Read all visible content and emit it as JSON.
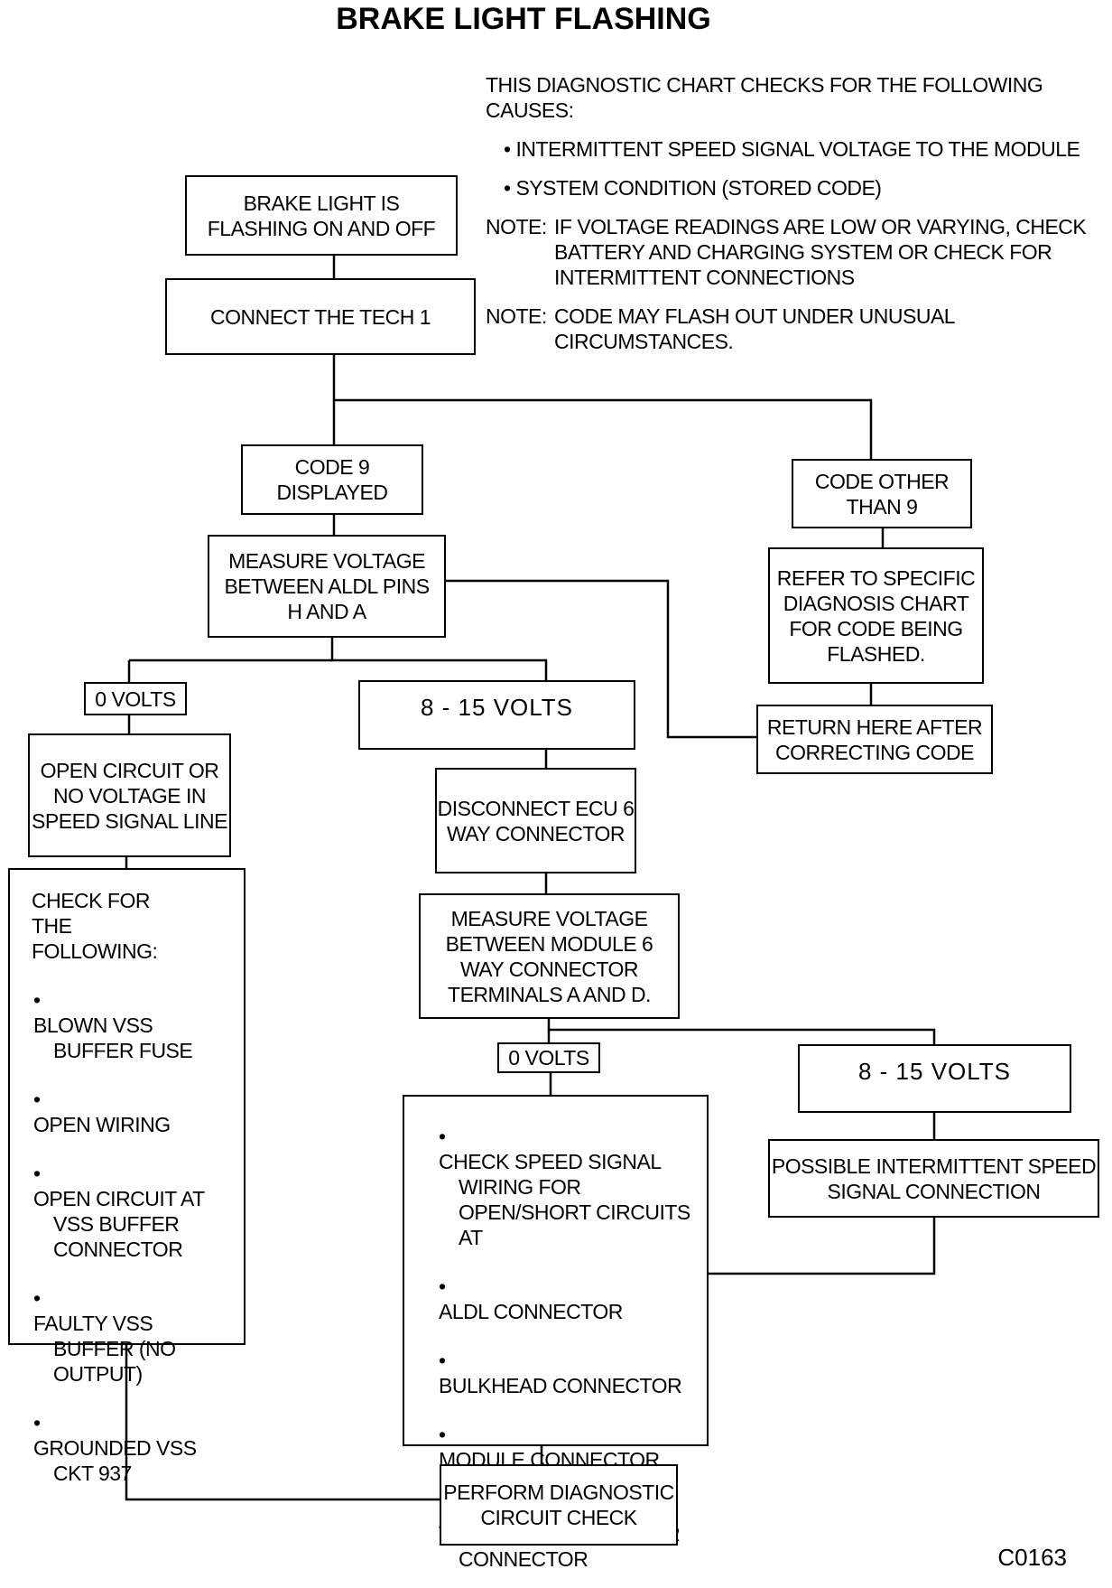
{
  "title": "BRAKE LIGHT FLASHING",
  "intro": {
    "heading": "THIS DIAGNOSTIC CHART CHECKS FOR THE FOLLOWING CAUSES:",
    "causes": [
      "INTERMITTENT SPEED SIGNAL VOLTAGE TO THE MODULE",
      "SYSTEM CONDITION (STORED CODE)"
    ],
    "notes": [
      {
        "label": "NOTE:",
        "text": "IF VOLTAGE READINGS ARE LOW OR VARYING, CHECK BATTERY AND CHARGING SYSTEM OR CHECK FOR INTERMITTENT CONNECTIONS"
      },
      {
        "label": "NOTE:",
        "text": "CODE MAY FLASH OUT UNDER UNUSUAL CIRCUMSTANCES."
      }
    ]
  },
  "nodes": {
    "brake_light": [
      "BRAKE LIGHT IS",
      "FLASHING ON AND OFF"
    ],
    "connect_tech": [
      "CONNECT THE TECH 1"
    ],
    "code9": [
      "CODE 9",
      "DISPLAYED"
    ],
    "code_other": [
      "CODE OTHER",
      "THAN 9"
    ],
    "measure_aldl": [
      "MEASURE VOLTAGE",
      "BETWEEN ALDL PINS",
      "H AND A"
    ],
    "refer_chart": [
      "REFER TO SPECIFIC",
      "DIAGNOSIS CHART",
      "FOR CODE BEING",
      "FLASHED."
    ],
    "zero_volts_1": "0 VOLTS",
    "volts_8_15_1": "8 - 15 VOLTS",
    "return_here": [
      "RETURN HERE AFTER",
      "CORRECTING CODE"
    ],
    "open_circuit": [
      "OPEN CIRCUIT OR",
      "NO VOLTAGE IN",
      "SPEED SIGNAL LINE"
    ],
    "disconnect_ecu": [
      "DISCONNECT ECU 6",
      "WAY CONNECTOR"
    ],
    "check_following": {
      "heading": "CHECK FOR THE FOLLOWING:",
      "items": [
        "BLOWN VSS BUFFER FUSE",
        "OPEN WIRING",
        "OPEN CIRCUIT AT VSS BUFFER CONNECTOR",
        "FAULTY VSS BUFFER (NO OUTPUT)",
        "GROUNDED VSS CKT 937"
      ]
    },
    "measure_module": [
      "MEASURE VOLTAGE",
      "BETWEEN MODULE 6",
      "WAY CONNECTOR",
      "TERMINALS A AND D."
    ],
    "zero_volts_2": "0 VOLTS",
    "volts_8_15_2": "8 - 15 VOLTS",
    "check_speed": {
      "items": [
        "CHECK SPEED SIGNAL WIRING FOR OPEN/SHORT CIRCUITS AT",
        "ALDL CONNECTOR",
        "BULKHEAD CONNECTOR",
        "MODULE CONNECTOR",
        "VSS BUFFER WIRING OR CONNECTOR"
      ]
    },
    "possible_intermittent": [
      "POSSIBLE INTERMITTENT SPEED",
      "SIGNAL CONNECTION"
    ],
    "perform_check": [
      "PERFORM DIAGNOSTIC",
      "CIRCUIT CHECK"
    ]
  },
  "figure_code": "C0163"
}
